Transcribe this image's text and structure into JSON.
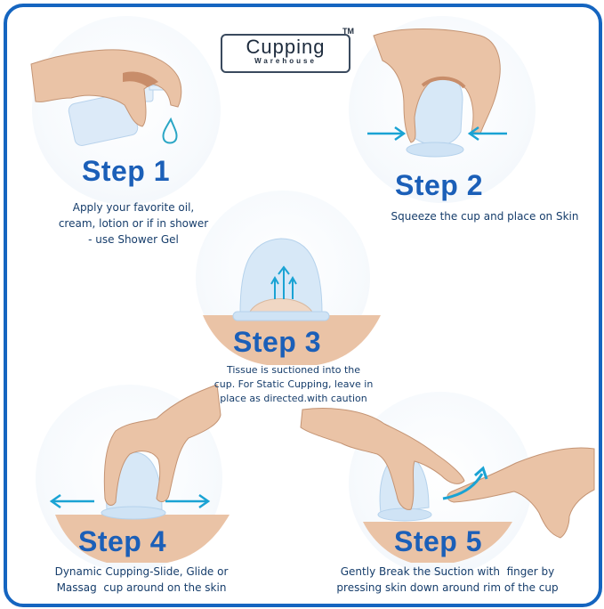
{
  "brand": {
    "name": "Cupping",
    "subtitle": "Warehouse",
    "trademark": "TM"
  },
  "colors": {
    "border": "#1565c0",
    "title": "#1b5fb8",
    "text": "#163d6b",
    "skin": "#eac3a6",
    "arrow": "#1aa3d4",
    "cup": "#cfe3f5"
  },
  "steps": [
    {
      "title": "Step 1",
      "lines": [
        "Apply your favorite oil,",
        "cream, lotion or if in shower",
        "- use Shower Gel"
      ],
      "illustration": "hand-pumping-oil-bottle"
    },
    {
      "title": "Step 2",
      "lines": [
        "Squeeze the cup and place on Skin"
      ],
      "illustration": "hand-squeezing-cup"
    },
    {
      "title": "Step 3",
      "lines": [
        "Tissue is suctioned into the",
        "cup. For Static Cupping, leave in",
        "place as directed.with caution"
      ],
      "illustration": "cup-on-skin-suction-arrows"
    },
    {
      "title": "Step 4",
      "lines": [
        "Dynamic Cupping-Slide, Glide or",
        "Massag  cup around on the skin"
      ],
      "illustration": "hand-sliding-cup"
    },
    {
      "title": "Step 5",
      "lines": [
        "Gently Break the Suction with  finger by",
        "pressing skin down around rim of the cup"
      ],
      "illustration": "finger-breaking-suction"
    }
  ]
}
